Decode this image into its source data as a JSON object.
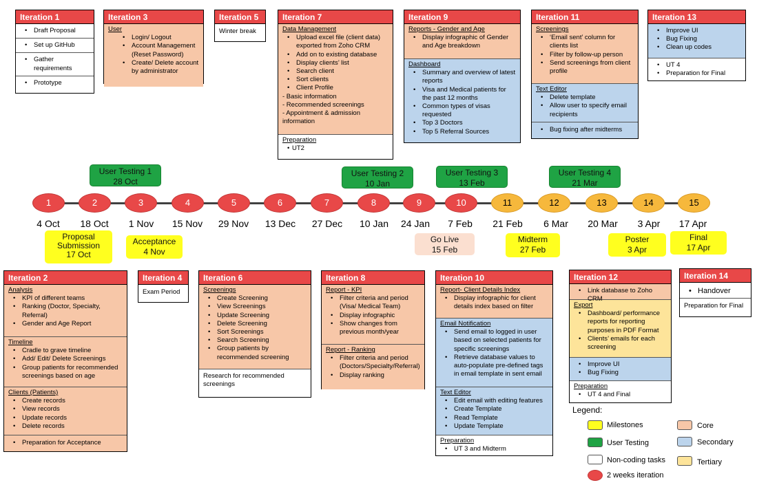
{
  "colors": {
    "core": "#f7c7a8",
    "secondary": "#bcd4ec",
    "tertiary": "#fde49a",
    "milestone": "#ffff1f",
    "user_testing": "#1fa344",
    "iteration": "#e84848",
    "later_iteration": "#f6b83c"
  },
  "iterations": {
    "it1": {
      "title": "Iteration 1",
      "rows": [
        "Draft Proposal",
        "Set up GitHub",
        "Gather requirements",
        "Prototype"
      ]
    },
    "it3": {
      "title": "Iteration 3",
      "head": "User",
      "items": [
        "Login/ Logout",
        "Account Management (Reset Password)",
        "Create/ Delete account by administrator"
      ]
    },
    "it5": {
      "title": "Iteration 5",
      "text": "Winter break"
    },
    "it7": {
      "title": "Iteration 7",
      "head": "Data Management",
      "items": [
        "Upload excel file (client data) exported from Zoho CRM",
        "Add on to existing database",
        "Display clients’ list",
        "Search client",
        "Sort clients",
        "Client Profile"
      ],
      "extra": [
        "- Basic information",
        "- Recommended screenings",
        "- Appointment & admission information"
      ],
      "head2": "Preparation",
      "items2": [
        "UT2"
      ]
    },
    "it9": {
      "title": "Iteration 9",
      "head": "Reports - Gender and Age",
      "items": [
        "Display infographic of Gender and Age breakdown"
      ],
      "head2": "Dashboard",
      "items2": [
        "Summary and overview of latest reports",
        "Visa and Medical patients for the past 12 months",
        "Common types of visas requested",
        "Top 3 Doctors",
        "Top 5 Referral Sources"
      ]
    },
    "it11": {
      "title": "Iteration 11",
      "head": "Screenings",
      "items": [
        "‘Email sent’ column for clients list",
        "Filter by follow-up person",
        "Send screenings from client profile"
      ],
      "head2": "Text Editor",
      "items2": [
        "Delete template",
        "Allow user to specify email recipients"
      ],
      "items3": [
        "Bug fixing after midterms"
      ]
    },
    "it13": {
      "title": "Iteration 13",
      "items": [
        "Improve UI",
        "Bug Fixing",
        "Clean up codes"
      ],
      "items2": [
        "UT 4",
        "Preparation for Final"
      ]
    },
    "it2": {
      "title": "Iteration 2",
      "head": "Analysis",
      "items": [
        "KPI of different teams",
        "Ranking (Doctor, Specialty, Referral)",
        "Gender and Age Report"
      ],
      "head2": "Timeline",
      "items2": [
        "Cradle to grave timeline",
        "Add/ Edit/ Delete Screenings",
        "Group patients for recommended screenings based on age"
      ],
      "head3": "Clients (Patients)",
      "items3": [
        "Create records",
        "View records",
        "Update records",
        "Delete records"
      ],
      "items4": [
        "Preparation for Acceptance"
      ]
    },
    "it4": {
      "title": "Iteration 4",
      "text": "Exam Period"
    },
    "it6": {
      "title": "Iteration 6",
      "head": "Screenings",
      "items": [
        "Create Screening",
        "View Screenings",
        "Update Screening",
        "Delete Screening",
        "Sort Screenings",
        "Search Screening",
        "Group patients by recommended screening"
      ],
      "text2": "Research for recommended screenings"
    },
    "it8": {
      "title": "Iteration 8",
      "head": "Report - KPI",
      "items": [
        "Filter criteria and period (Visa/ Medical Team)",
        "Display infographic",
        "Show changes from previous month/year"
      ],
      "head2": "Report - Ranking",
      "items2": [
        "Filter criteria and period (Doctors/Specialty/Referral)",
        "Display ranking"
      ]
    },
    "it10": {
      "title": "Iteration 10",
      "head": "Report- Client Details Index",
      "items": [
        "Display infographic for client details index based on filter"
      ],
      "head2": "Email Notification",
      "items2": [
        "Send email to logged in user based on selected patients for specific screenings",
        "Retrieve database values to auto-populate pre-defined tags in email template in sent email"
      ],
      "head3": "Text Editor",
      "items3": [
        "Edit email with editing features",
        "Create Template",
        "Read Template",
        "Update Template"
      ],
      "head4": "Preparation",
      "items4": [
        "UT 3 and Midterm"
      ]
    },
    "it12": {
      "title": "Iteration 12",
      "items": [
        "Link database to Zoho CRM"
      ],
      "head2": "Export",
      "items2": [
        "Dashboard/ performance reports for reporting purposes in PDF Format",
        "Clients’ emails for each screening"
      ],
      "items3": [
        "Improve UI",
        "Bug Fixing"
      ],
      "head4": "Preparation",
      "items4": [
        "UT 4 and Final"
      ]
    },
    "it14": {
      "title": "Iteration 14",
      "items": [
        "Handover"
      ],
      "text2": "Preparation for Final"
    }
  },
  "timeline": {
    "nodes": [
      "1",
      "2",
      "3",
      "4",
      "5",
      "6",
      "7",
      "8",
      "9",
      "10",
      "11",
      "12",
      "13",
      "14",
      "15"
    ],
    "dates": [
      "4 Oct",
      "18 Oct",
      "1 Nov",
      "15 Nov",
      "29 Nov",
      "13 Dec",
      "27 Dec",
      "10 Jan",
      "24 Jan",
      "7 Feb",
      "21 Feb",
      "6 Mar",
      "20 Mar",
      "3 Apr",
      "17 Apr"
    ]
  },
  "user_testing": [
    {
      "label": "User Testing 1",
      "date": "28 Oct"
    },
    {
      "label": "User Testing 2",
      "date": "10 Jan"
    },
    {
      "label": "User Testing 3",
      "date": "13 Feb"
    },
    {
      "label": "User Testing 4",
      "date": "21 Mar"
    }
  ],
  "milestones": [
    {
      "label": "Proposal Submission",
      "date": "17 Oct"
    },
    {
      "label": "Acceptance",
      "date": "4 Nov"
    },
    {
      "label": "Go Live",
      "date": "15 Feb"
    },
    {
      "label": "Midterm",
      "date": "27 Feb"
    },
    {
      "label": "Poster",
      "date": "3 Apr"
    },
    {
      "label": "Final",
      "date": "17 Apr"
    }
  ],
  "legend": {
    "title": "Legend:",
    "milestones": "Milestones",
    "user_testing": "User Testing",
    "non_coding": "Non-coding tasks",
    "iteration": "2 weeks iteration",
    "core": "Core",
    "secondary": "Secondary",
    "tertiary": "Tertiary"
  }
}
